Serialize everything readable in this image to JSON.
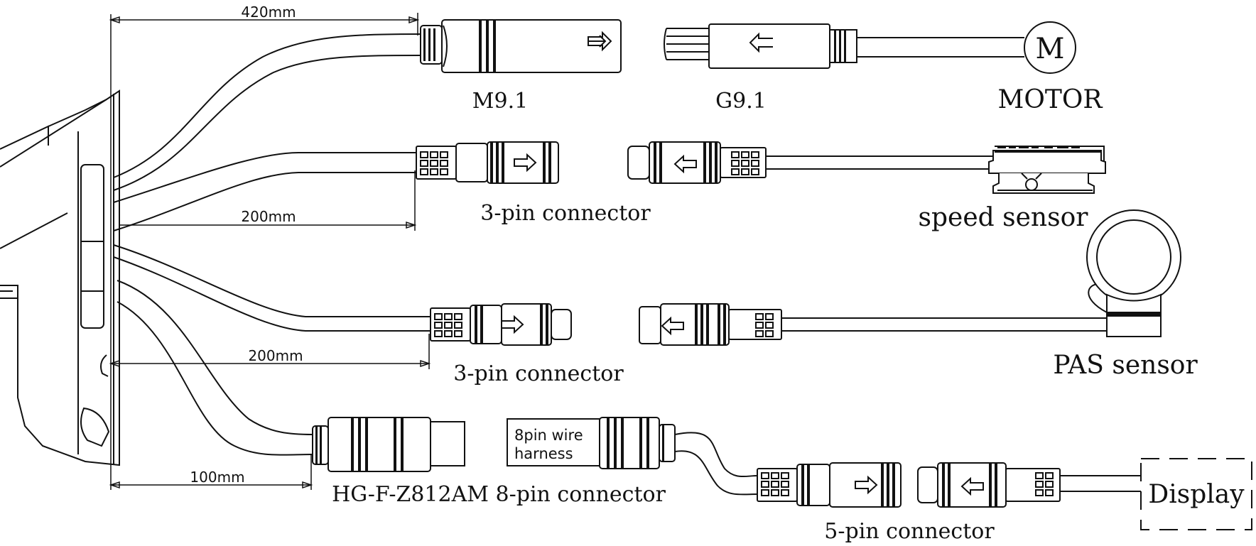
{
  "dimensions": {
    "top": "420mm",
    "mid1": "200mm",
    "mid2": "200mm",
    "bottom": "100mm"
  },
  "labels": {
    "m91": "M9.1",
    "g91": "G9.1",
    "motor": "MOTOR",
    "motor_symbol": "M",
    "conn3_upper": "3-pin connector",
    "speed_sensor": "speed sensor",
    "conn3_lower": "3-pin connector",
    "pas_sensor": "PAS sensor",
    "conn8": "HG-F-Z812AM 8-pin connector",
    "harness_line1": "8pin wire",
    "harness_line2": "harness",
    "conn5": "5-pin connector",
    "display": "Display"
  },
  "colors": {
    "line": "#111111",
    "background": "#ffffff"
  }
}
